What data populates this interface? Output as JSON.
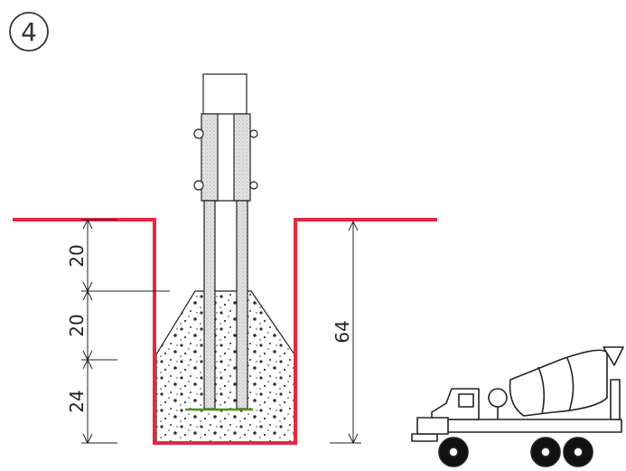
{
  "step": {
    "number": "4"
  },
  "dimensions": {
    "left_top": "20",
    "left_middle": "20",
    "left_bottom": "24",
    "right_total": "64"
  },
  "colors": {
    "pit_outline": "#e8263f",
    "line": "#222222",
    "concrete_dots": "#333333",
    "post_fill": "#dcdcdc"
  }
}
